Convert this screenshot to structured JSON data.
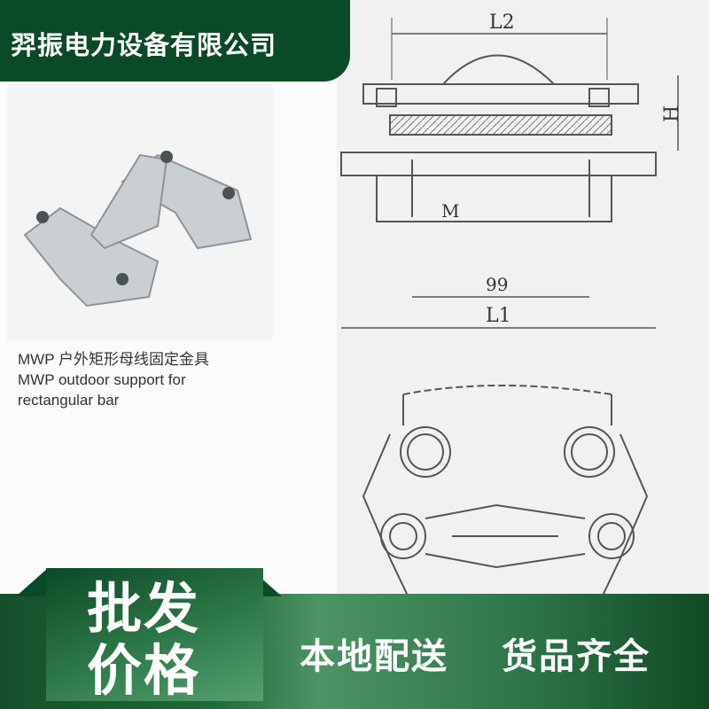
{
  "header": {
    "company": "羿振电力设备有限公司"
  },
  "product": {
    "caption_cn": "MWP 户外矩形母线固定金具",
    "caption_en_1": "MWP outdoor support for",
    "caption_en_2": "rectangular bar"
  },
  "drawing": {
    "labels": {
      "l2": "L2",
      "h": "H",
      "m": "M",
      "dim_99": "99",
      "l1": "L1"
    }
  },
  "banner": {
    "badge_line1": "批发",
    "badge_line2": "价格",
    "slogan_1": "本地配送",
    "slogan_2": "货品齐全"
  },
  "colors": {
    "dark_green": "#0b4a26",
    "mid_green": "#4c9366"
  }
}
